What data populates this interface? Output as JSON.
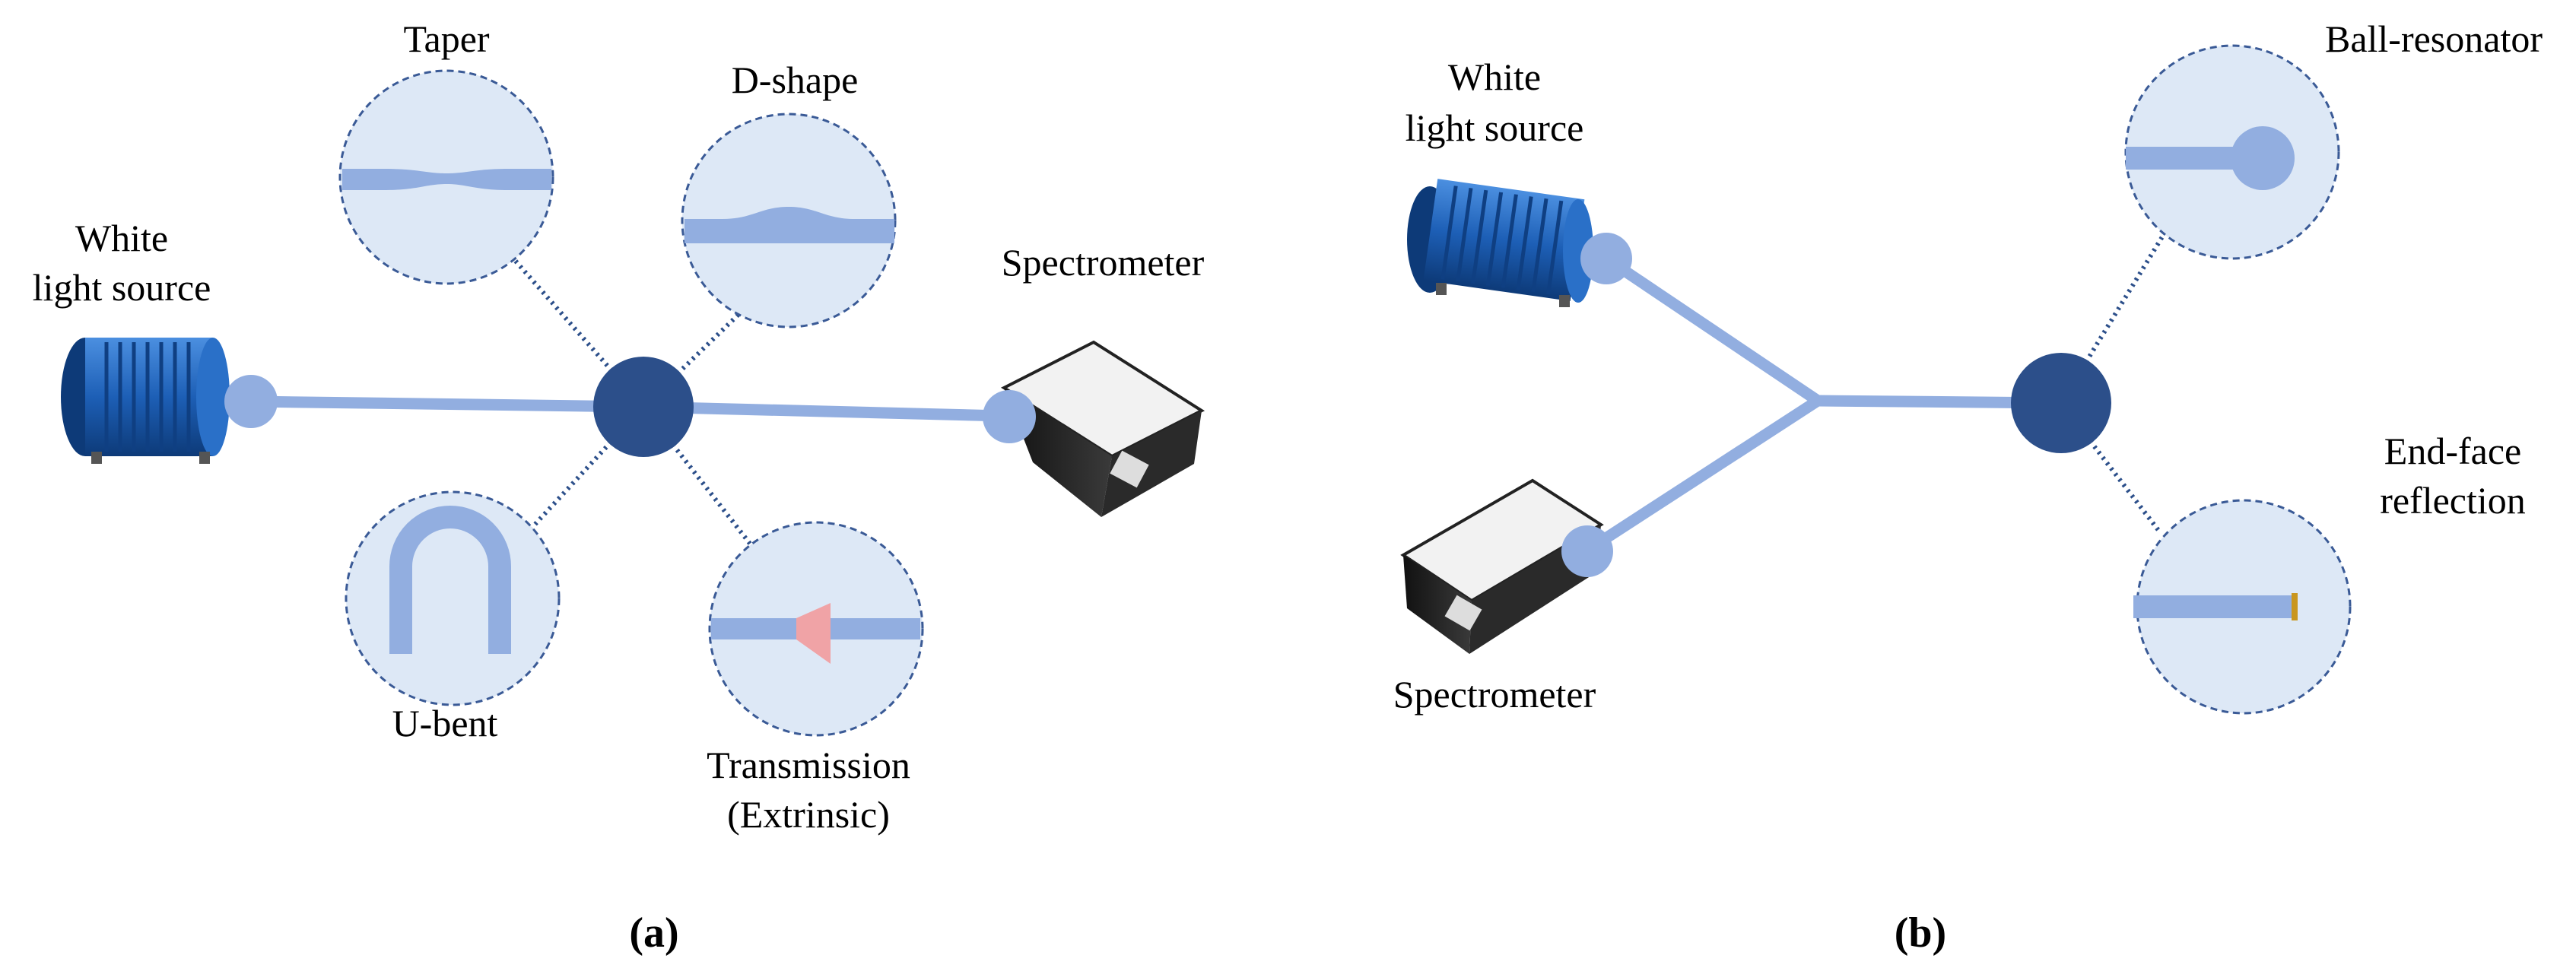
{
  "panel_a": {
    "caption": "(a)",
    "source_label": [
      "White",
      "light source"
    ],
    "spectrometer_label": "Spectrometer",
    "configs": {
      "taper": "Taper",
      "dshape": "D-shape",
      "ubent": "U-bent",
      "transmission": [
        "Transmission",
        "(Extrinsic)"
      ]
    }
  },
  "panel_b": {
    "caption": "(b)",
    "source_label": [
      "White",
      "light source"
    ],
    "spectrometer_label": "Spectrometer",
    "configs": {
      "ball": "Ball-resonator",
      "endface": [
        "End-face",
        "reflection"
      ]
    }
  },
  "colors": {
    "fiber": "#92aee0",
    "hub": "#2c4f8a",
    "bubble_fill": "#dde8f6",
    "bubble_stroke": "#3a5a96",
    "dotted_link": "#2c4f8a",
    "source_body": "#1d5fb6",
    "spectrometer_top": "#f2f2f2",
    "extrinsic_cavity": "#f0a3a6",
    "mirror": "#c9961e"
  }
}
